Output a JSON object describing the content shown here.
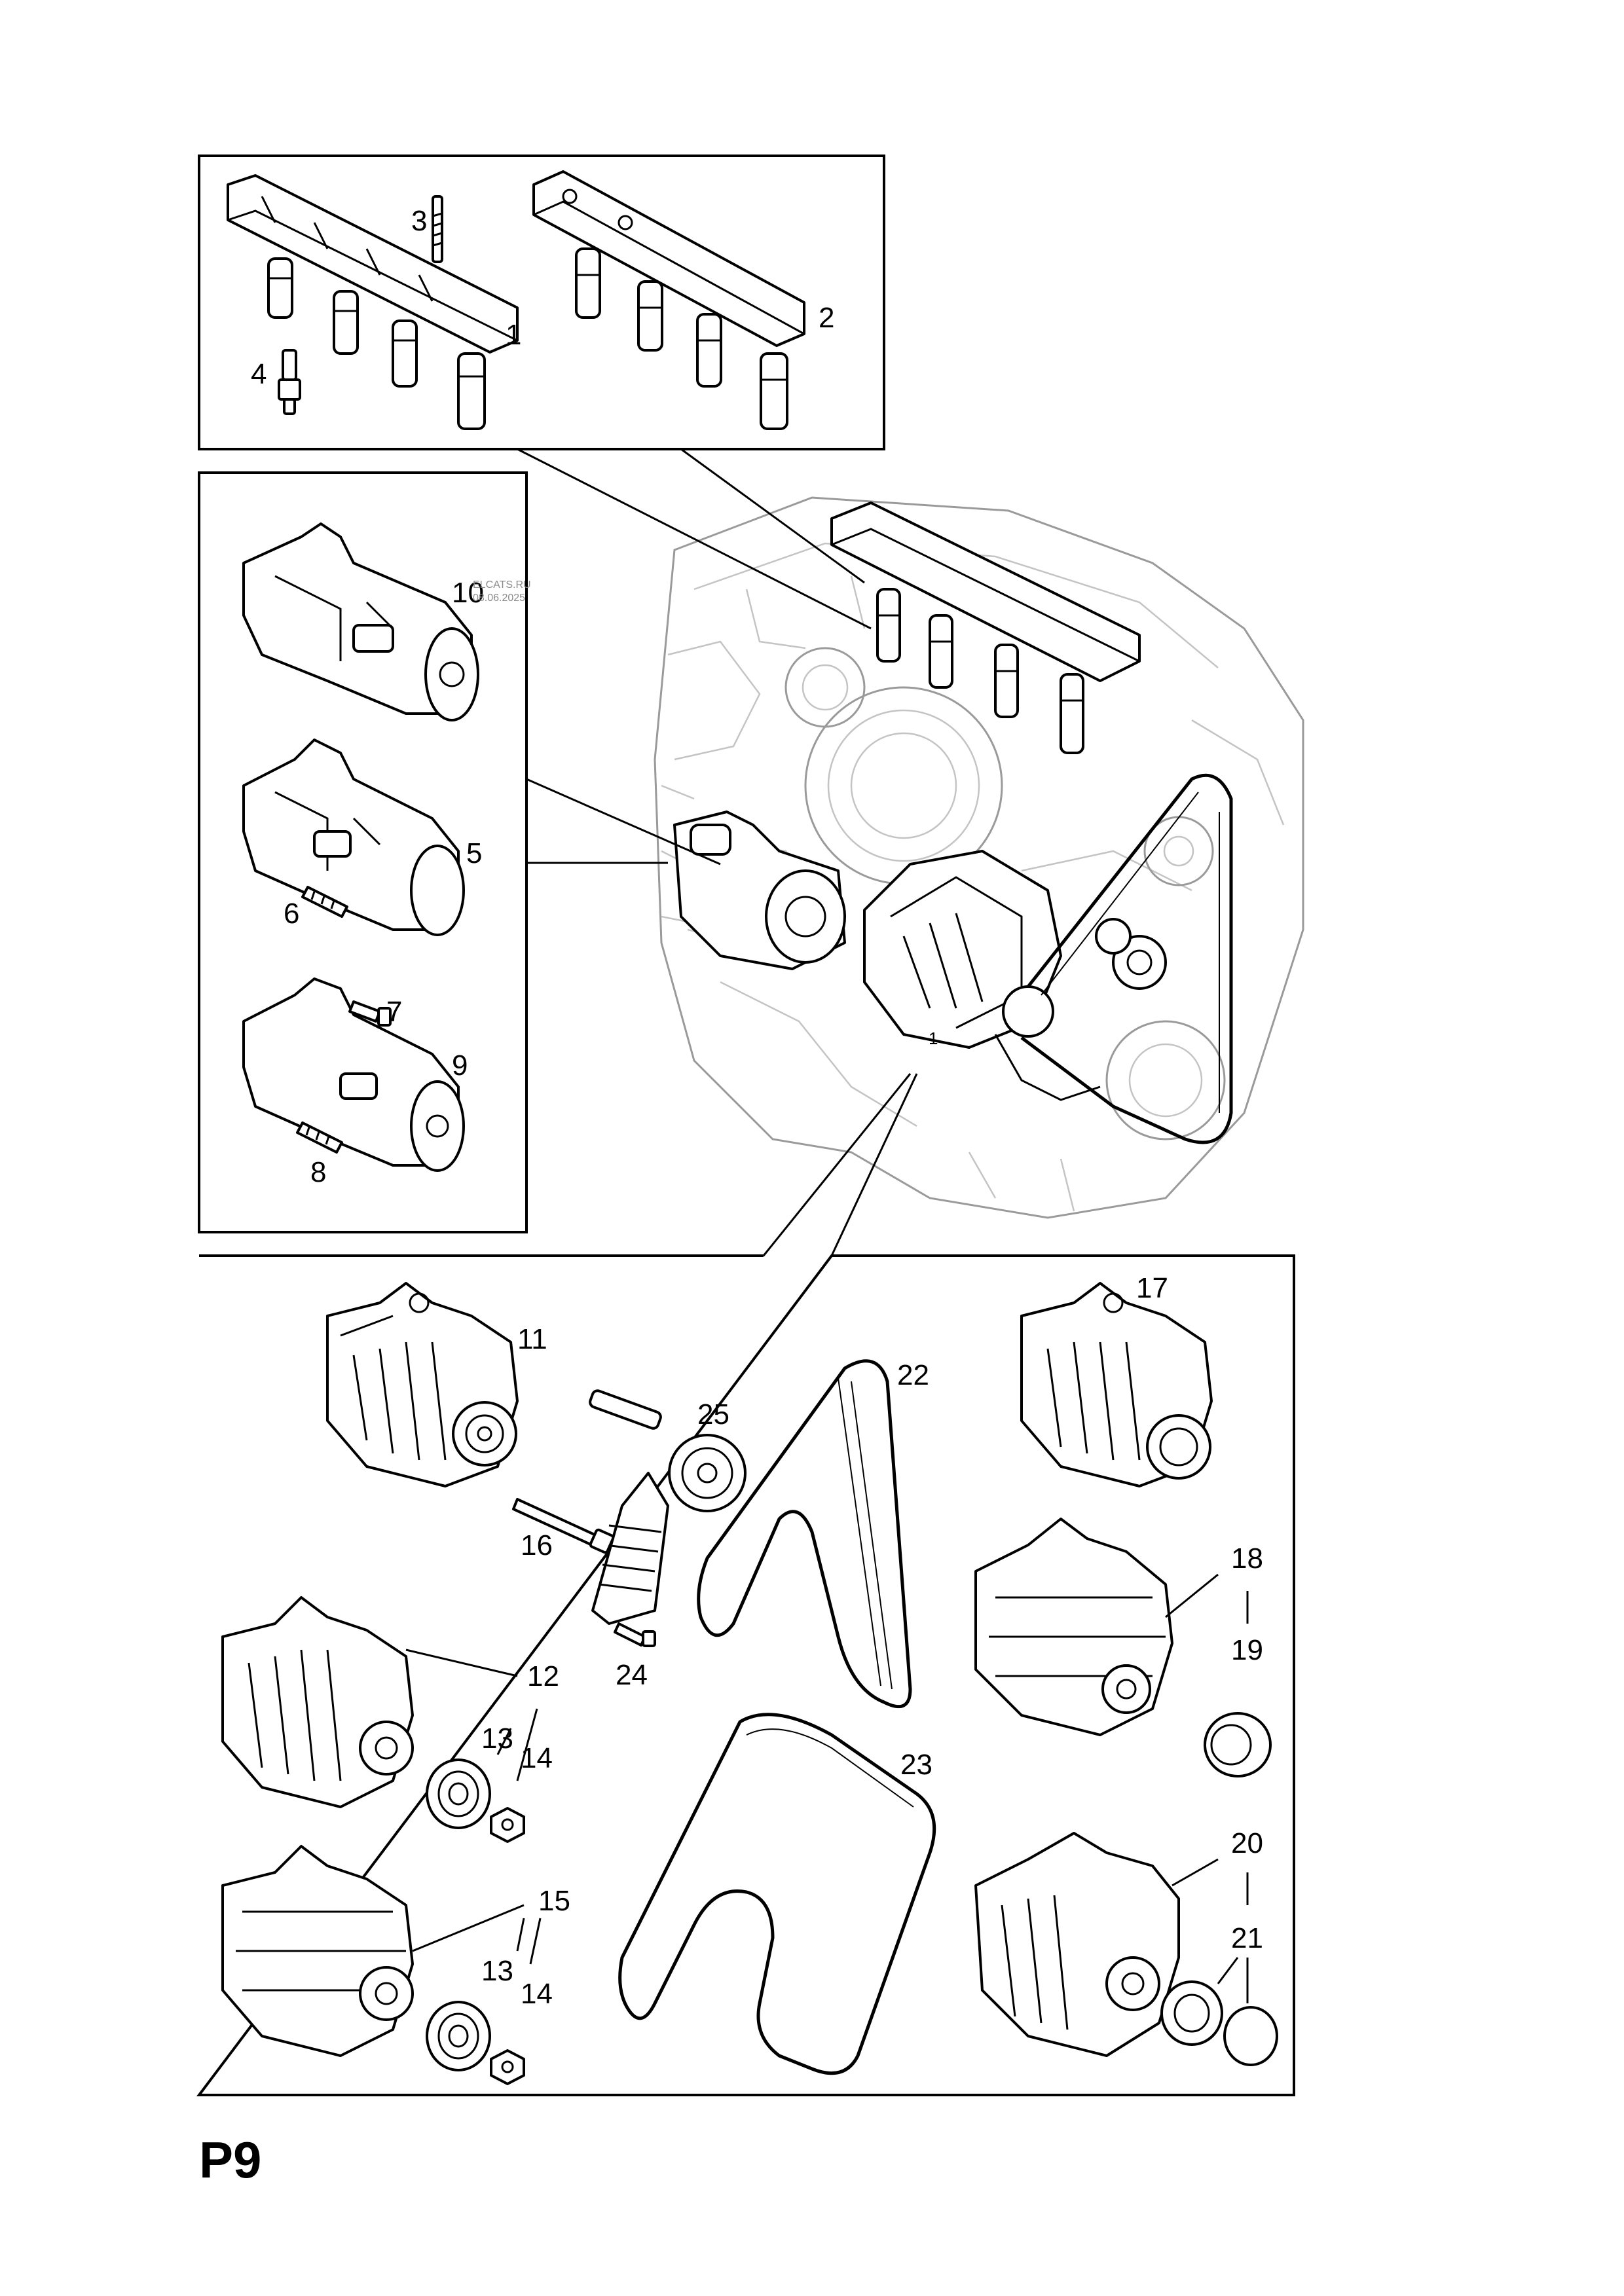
{
  "sheet_id": "P9",
  "watermark": [
    "ELCATS.RU",
    "08.06.2025"
  ],
  "callouts": {
    "c1": "1",
    "c2": "2",
    "c3": "3",
    "c4": "4",
    "c5": "5",
    "c6": "6",
    "c7": "7",
    "c8": "8",
    "c9": "9",
    "c10": "10",
    "c11": "11",
    "c12": "12",
    "c13a": "13",
    "c13b": "13",
    "c14a": "14",
    "c14b": "14",
    "c15": "15",
    "c16": "16",
    "c17": "17",
    "c18": "18",
    "c19": "19",
    "c20": "20",
    "c21": "21",
    "c22": "22",
    "c23": "23",
    "c24": "24",
    "c25": "25",
    "c1_engine": "1"
  },
  "parts": [
    {
      "ref": "1",
      "name": "ignition-coil-module"
    },
    {
      "ref": "2",
      "name": "ignition-coil-module-variant"
    },
    {
      "ref": "3",
      "name": "bolt"
    },
    {
      "ref": "4",
      "name": "spark-plug"
    },
    {
      "ref": "5",
      "name": "starter-motor"
    },
    {
      "ref": "6",
      "name": "stud"
    },
    {
      "ref": "7",
      "name": "bolt"
    },
    {
      "ref": "8",
      "name": "stud"
    },
    {
      "ref": "9",
      "name": "starter-motor-variant"
    },
    {
      "ref": "10",
      "name": "starter-motor-variant"
    },
    {
      "ref": "11",
      "name": "alternator"
    },
    {
      "ref": "12",
      "name": "alternator-variant"
    },
    {
      "ref": "13",
      "name": "pulley"
    },
    {
      "ref": "14",
      "name": "nut"
    },
    {
      "ref": "15",
      "name": "alternator-variant"
    },
    {
      "ref": "16",
      "name": "bolt"
    },
    {
      "ref": "17",
      "name": "alternator-variant"
    },
    {
      "ref": "18",
      "name": "alternator-variant"
    },
    {
      "ref": "19",
      "name": "freewheel-pulley"
    },
    {
      "ref": "20",
      "name": "alternator-variant"
    },
    {
      "ref": "21",
      "name": "freewheel-pulley"
    },
    {
      "ref": "22",
      "name": "drive-belt"
    },
    {
      "ref": "23",
      "name": "drive-belt-variant"
    },
    {
      "ref": "24",
      "name": "bolt"
    },
    {
      "ref": "25",
      "name": "belt-tensioner"
    }
  ]
}
